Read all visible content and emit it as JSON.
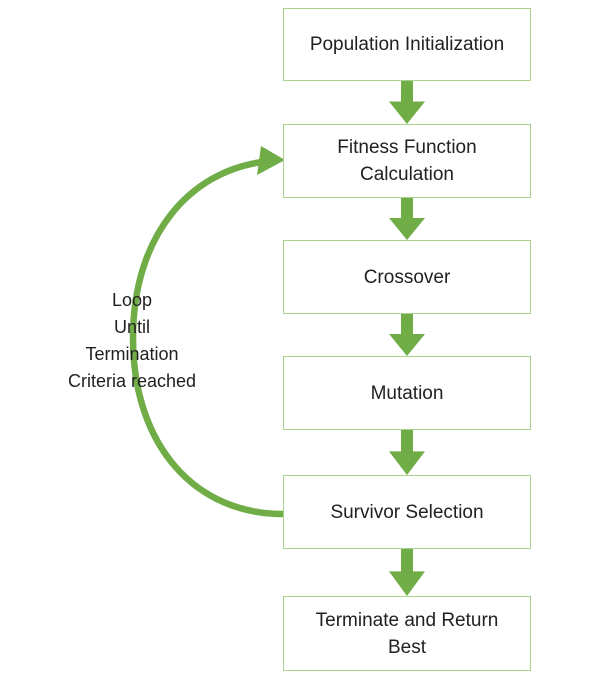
{
  "diagram": {
    "type": "flowchart",
    "boxes": [
      {
        "id": "population-initialization",
        "label": "Population Initialization"
      },
      {
        "id": "fitness-function-calculation",
        "label": "Fitness Function\nCalculation"
      },
      {
        "id": "crossover",
        "label": "Crossover"
      },
      {
        "id": "mutation",
        "label": "Mutation"
      },
      {
        "id": "survivor-selection",
        "label": "Survivor Selection"
      },
      {
        "id": "terminate-and-return-best",
        "label": "Terminate and Return\nBest"
      }
    ],
    "loop_annotation": {
      "lines": [
        "Loop",
        "Until",
        "Termination",
        "Criteria reached"
      ]
    },
    "flow": {
      "sequence": [
        "Population Initialization",
        "Fitness Function Calculation",
        "Crossover",
        "Mutation",
        "Survivor Selection",
        "Terminate and Return Best"
      ],
      "loop_back": {
        "from": "Survivor Selection",
        "to": "Fitness Function Calculation"
      }
    },
    "colors": {
      "arrow_green": "#70AD47",
      "box_border_green": "#A9D18E",
      "box_fill": "#FFFFFF",
      "text": "#212121",
      "background": "#FFFFFF"
    }
  }
}
